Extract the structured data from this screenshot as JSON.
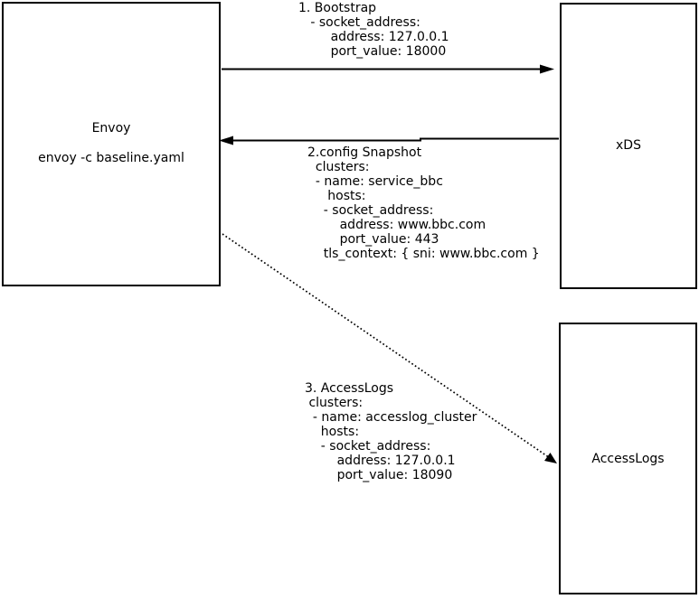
{
  "colors": {
    "background": "#ffffff",
    "stroke": "#000000",
    "text": "#000000"
  },
  "nodes": {
    "envoy": {
      "title": "Envoy",
      "subtitle": "envoy -c baseline.yaml"
    },
    "xds": {
      "title": "xDS"
    },
    "accesslogs": {
      "title": "AccessLogs"
    }
  },
  "messages": {
    "bootstrap": {
      "text": "1. Bootstrap\n   - socket_address:\n        address: 127.0.0.1\n        port_value: 18000"
    },
    "config_snapshot": {
      "text": "2.config Snapshot\n  clusters:\n  - name: service_bbc\n     hosts:\n    - socket_address:\n        address: www.bbc.com\n        port_value: 443\n    tls_context: { sni: www.bbc.com }"
    },
    "access_logs": {
      "text": "3. AccessLogs\n clusters:\n  - name: accesslog_cluster\n    hosts:\n    - socket_address:\n        address: 127.0.0.1\n        port_value: 18090"
    }
  },
  "arrows": {
    "bootstrap": {
      "style": "solid",
      "direction": "envoy-to-xds"
    },
    "config_snapshot": {
      "style": "solid",
      "direction": "xds-to-envoy"
    },
    "access_logs": {
      "style": "dotted",
      "direction": "envoy-to-accesslogs"
    }
  }
}
